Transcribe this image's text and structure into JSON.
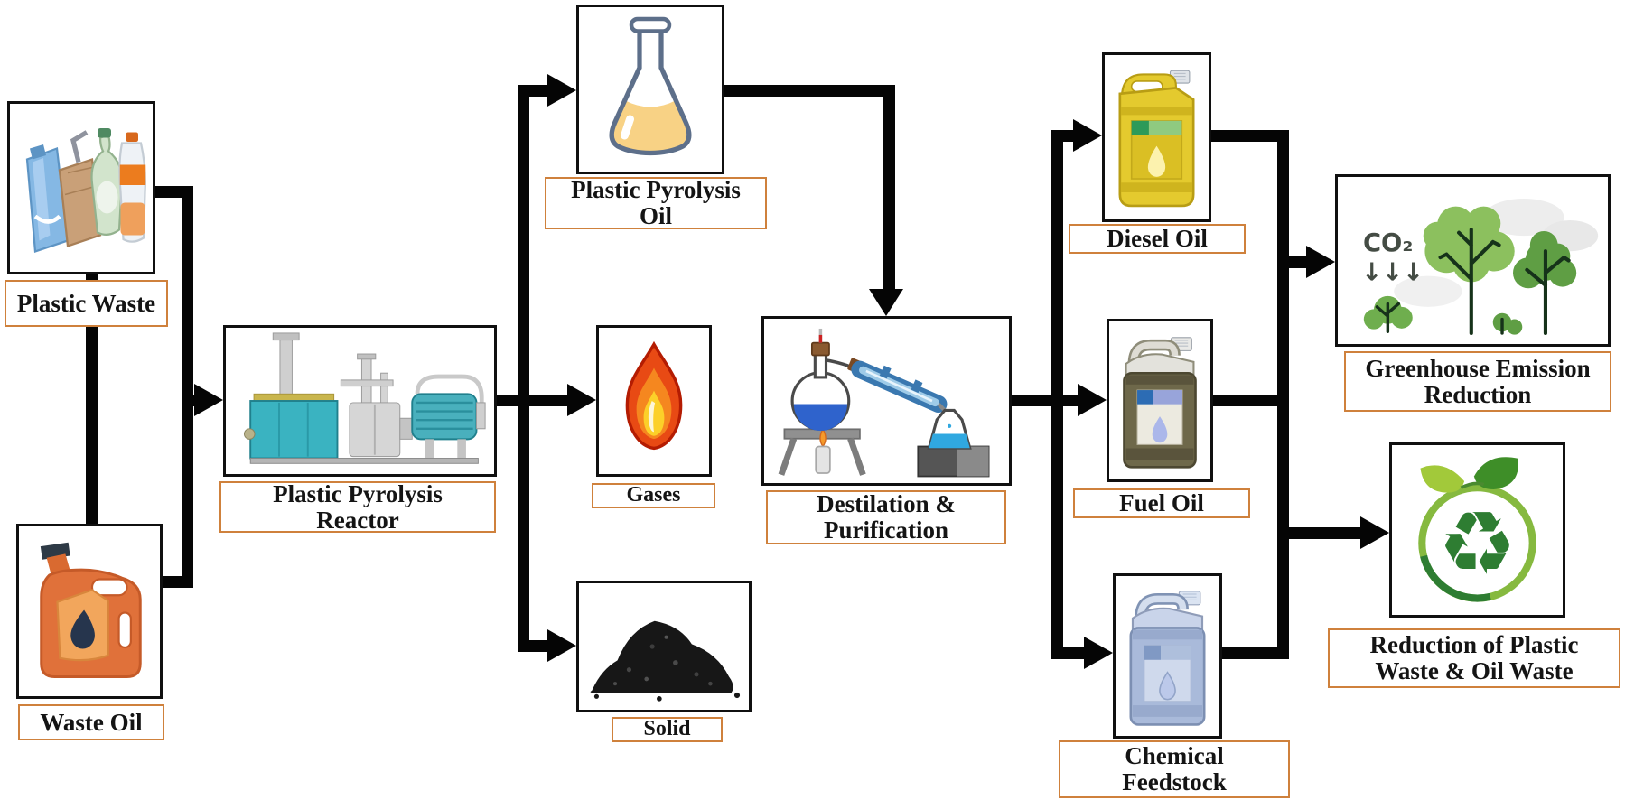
{
  "figure": {
    "type": "process-flow-diagram",
    "background": "#ffffff",
    "line_color": "#050505",
    "label_box_style": {
      "border_color": "#cf813c",
      "fill": "#ffffff",
      "text_color": "#141414"
    },
    "image_box_style": {
      "border_color": "#101010",
      "fill": "#ffffff"
    }
  },
  "nodes": {
    "plastic_waste": {
      "label": "Plastic Waste",
      "lines": [
        "Plastic Waste"
      ],
      "icon": "plastic-waste-icon"
    },
    "waste_oil": {
      "label": "Waste Oil",
      "lines": [
        "Waste Oil"
      ],
      "icon": "waste-oil-jug-icon"
    },
    "reactor": {
      "label": "Plastic Pyrolysis Reactor",
      "lines": [
        "Plastic Pyrolysis",
        "Reactor"
      ],
      "icon": "pyrolysis-reactor-icon"
    },
    "pyrolysis_oil": {
      "label": "Plastic Pyrolysis Oil",
      "lines": [
        "Plastic Pyrolysis",
        "Oil"
      ],
      "icon": "erlenmeyer-flask-icon"
    },
    "gases": {
      "label": "Gases",
      "lines": [
        "Gases"
      ],
      "icon": "flame-icon"
    },
    "solid": {
      "label": "Solid",
      "lines": [
        "Solid"
      ],
      "icon": "char-pile-icon"
    },
    "distillation": {
      "label": "Destilation & Purification",
      "lines": [
        "Destilation &",
        "Purification"
      ],
      "icon": "distillation-apparatus-icon"
    },
    "diesel_oil": {
      "label": "Diesel Oil",
      "lines": [
        "Diesel Oil"
      ],
      "icon": "diesel-can-icon"
    },
    "fuel_oil": {
      "label": "Fuel Oil",
      "lines": [
        "Fuel Oil"
      ],
      "icon": "fuel-can-icon"
    },
    "chemical_feedstock": {
      "label": "Chemical Feedstock",
      "lines": [
        "Chemical",
        "Feedstock"
      ],
      "icon": "chemical-can-icon"
    },
    "greenhouse": {
      "label": "Greenhouse Emission Reduction",
      "lines": [
        "Greenhouse Emission",
        "Reduction"
      ],
      "icon": "trees-co2-icon",
      "icon_text": "CO₂",
      "icon_arrows": "↓↓↓"
    },
    "waste_reduction": {
      "label": "Reduction of Plastic Waste & Oil Waste",
      "lines": [
        "Reduction of Plastic",
        "Waste & Oil Waste"
      ],
      "icon": "recycle-leaves-icon"
    }
  },
  "icons": {
    "recycle_glyph": "♻"
  },
  "edges": [
    {
      "from": "plastic_waste",
      "to": "reactor"
    },
    {
      "from": "waste_oil",
      "to": "reactor"
    },
    {
      "from": "plastic_waste",
      "to": "waste_oil"
    },
    {
      "from": "reactor",
      "to": "pyrolysis_oil"
    },
    {
      "from": "reactor",
      "to": "gases"
    },
    {
      "from": "reactor",
      "to": "solid"
    },
    {
      "from": "pyrolysis_oil",
      "to": "distillation"
    },
    {
      "from": "distillation",
      "to": "diesel_oil"
    },
    {
      "from": "distillation",
      "to": "fuel_oil"
    },
    {
      "from": "distillation",
      "to": "chemical_feedstock"
    },
    {
      "from": "diesel_oil",
      "to": "greenhouse"
    },
    {
      "from": "fuel_oil",
      "to": "greenhouse"
    },
    {
      "from": "chemical_feedstock",
      "to": "greenhouse"
    },
    {
      "from": "diesel_oil",
      "to": "waste_reduction"
    },
    {
      "from": "fuel_oil",
      "to": "waste_reduction"
    },
    {
      "from": "chemical_feedstock",
      "to": "waste_reduction"
    }
  ]
}
